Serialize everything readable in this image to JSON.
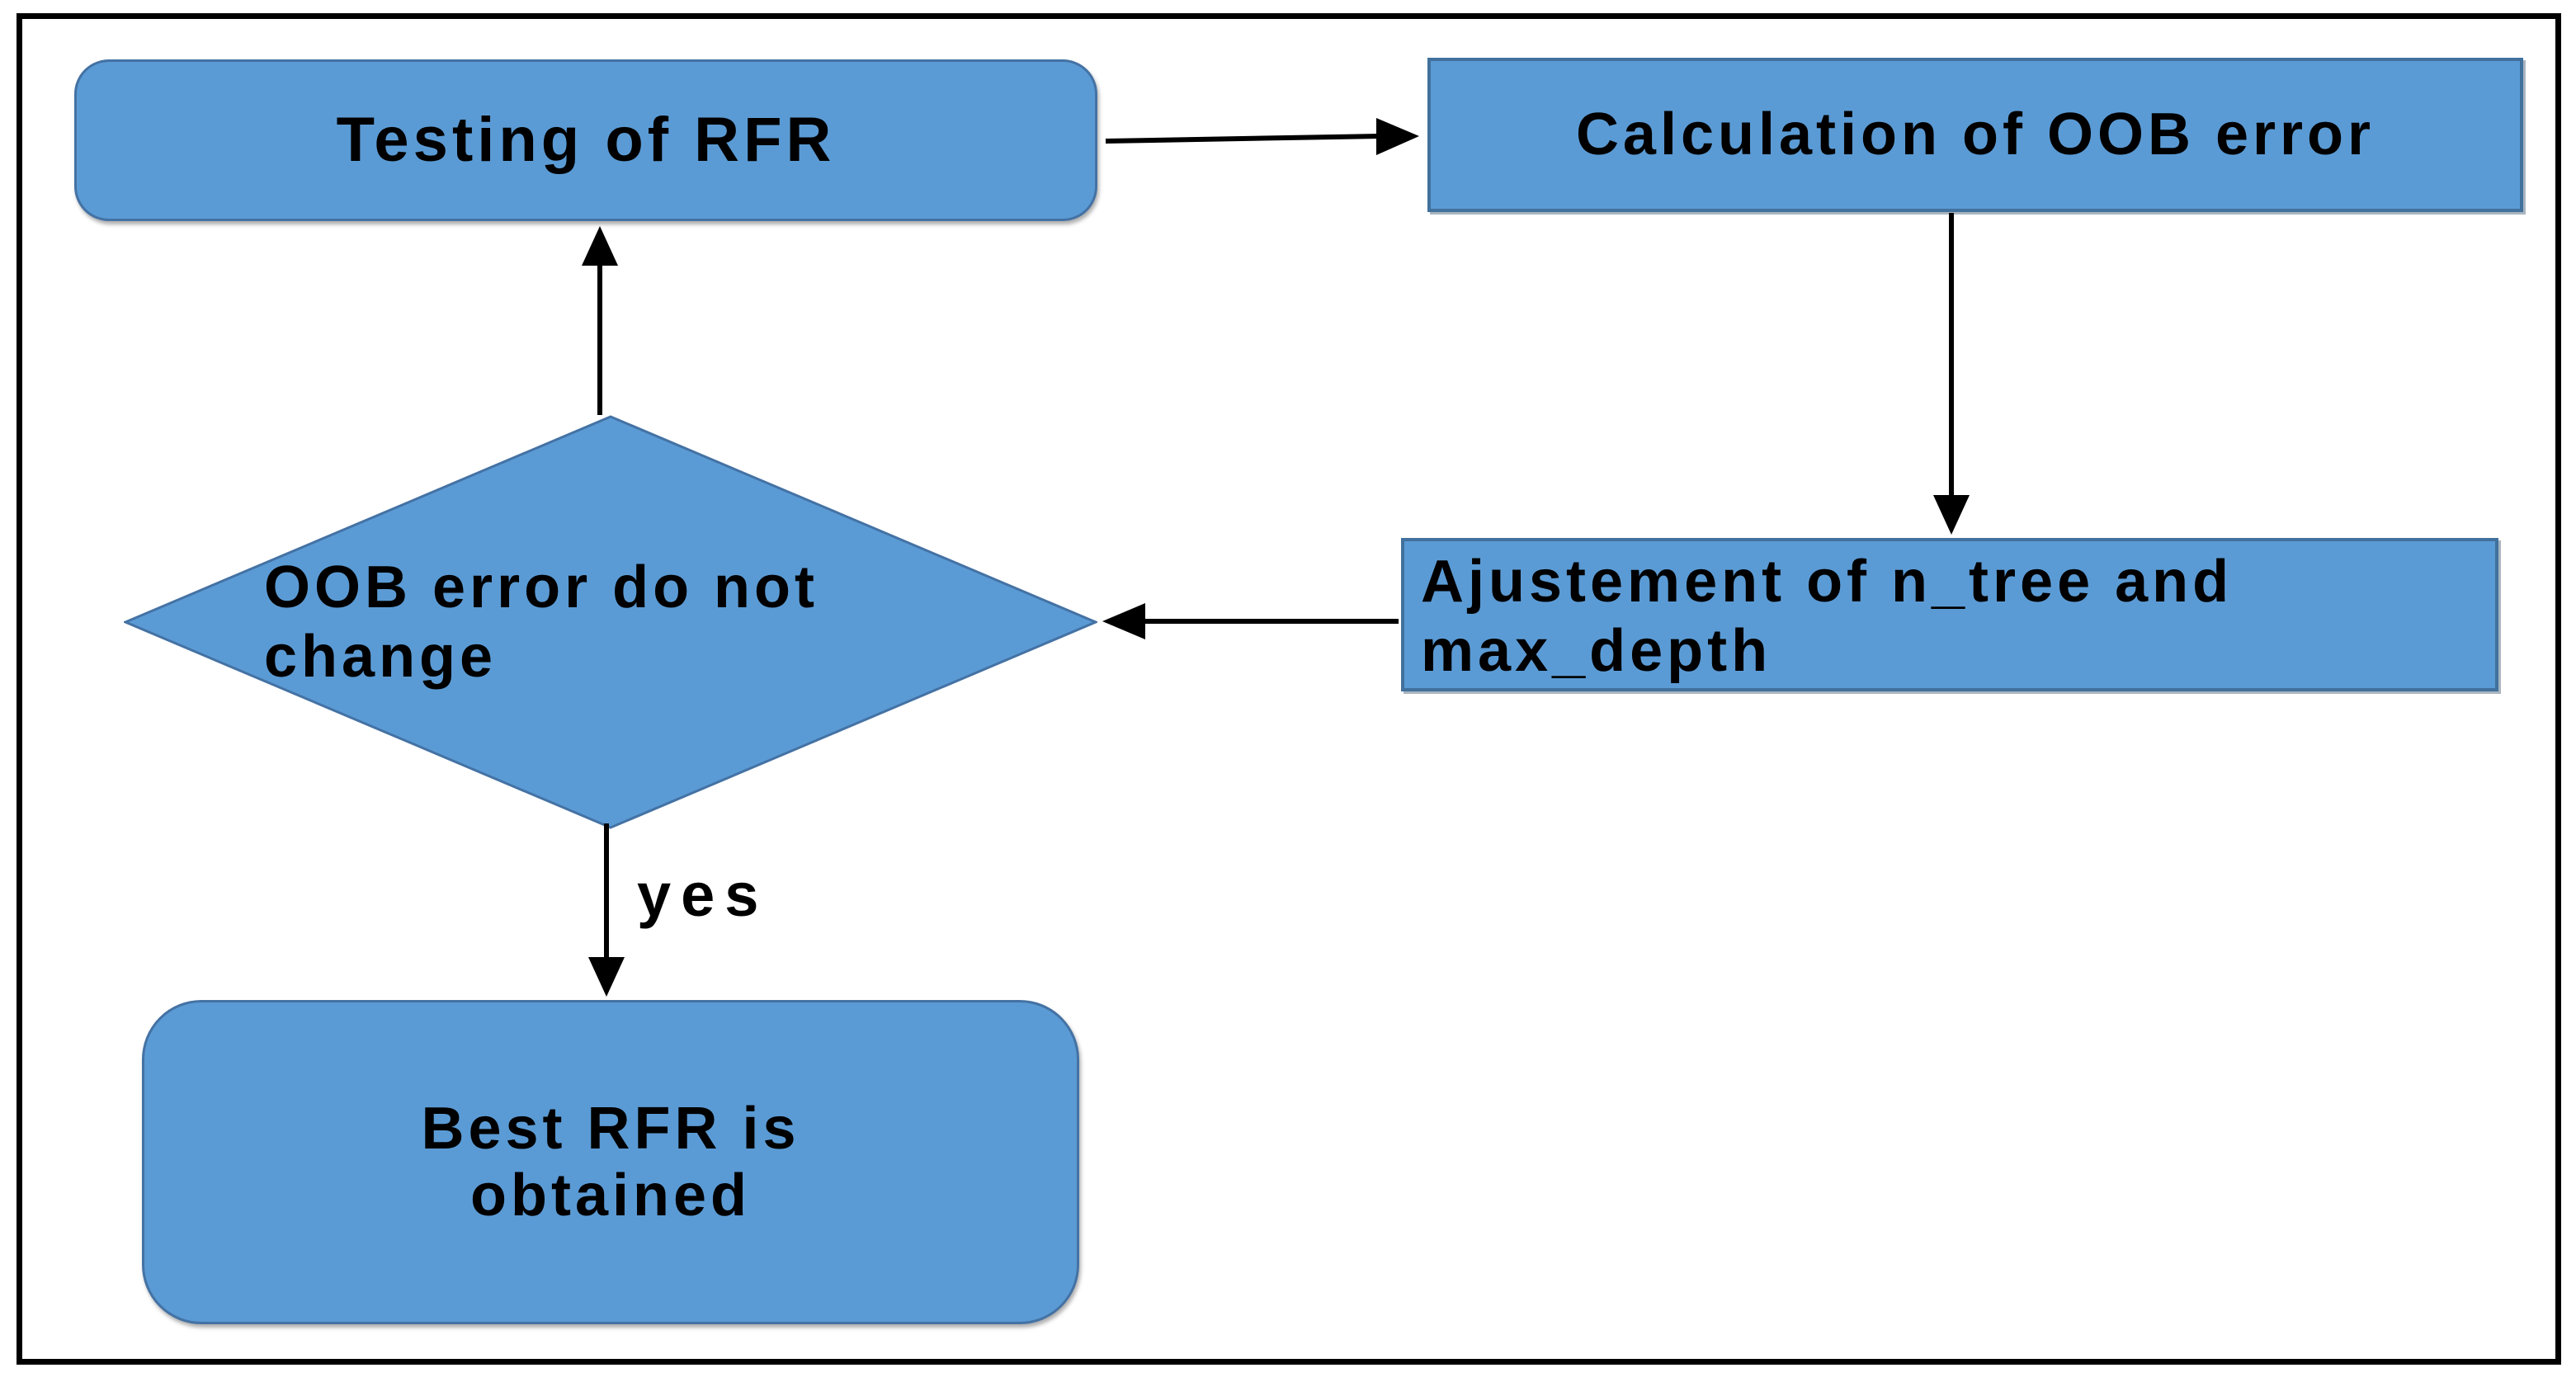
{
  "colors": {
    "node_fill": "#5B9BD5",
    "node_border": "#41719C",
    "arrow": "#000000",
    "frame_border": "#000000",
    "background": "#FFFFFF",
    "label_text": "#000000"
  },
  "nodes": {
    "testing": {
      "label": "Testing of RFR",
      "shape": "rounded-rectangle"
    },
    "calculation": {
      "label": "Calculation of OOB error",
      "shape": "rectangle"
    },
    "adjustment": {
      "label": "Ajustement of n_tree and max_depth",
      "shape": "rectangle"
    },
    "decision": {
      "label": "OOB error do not change",
      "shape": "diamond"
    },
    "result": {
      "label": "Best RFR is obtained",
      "shape": "rounded-rectangle"
    }
  },
  "edges": {
    "testing_to_calculation": "",
    "calculation_to_adjustment": "",
    "adjustment_to_decision": "",
    "decision_to_testing": "",
    "decision_to_result_label": "yes"
  }
}
